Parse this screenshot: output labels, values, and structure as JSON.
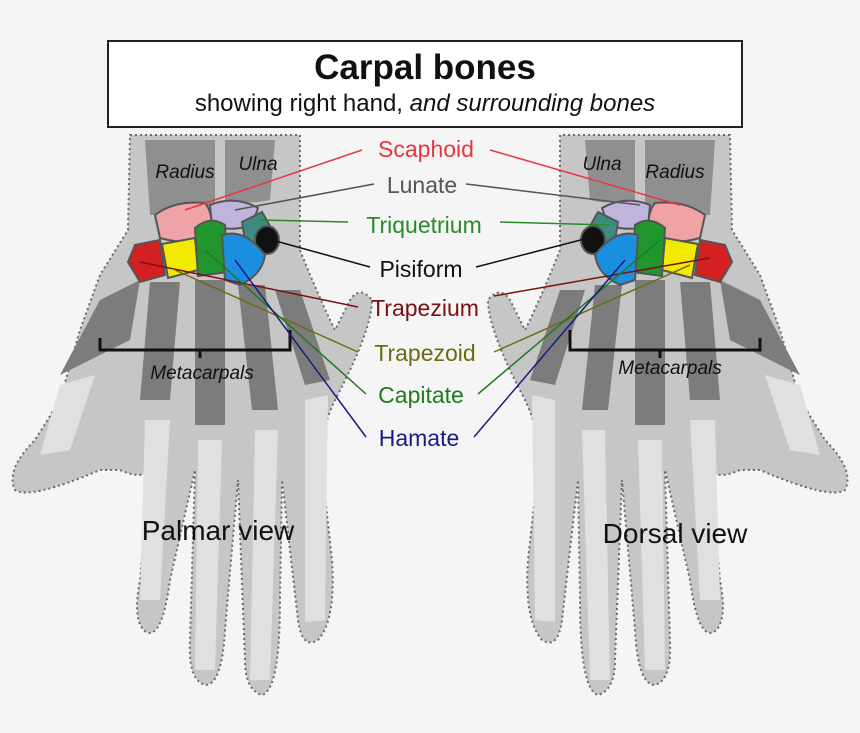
{
  "title": "Carpal bones",
  "subtitle_plain": "showing right hand, ",
  "subtitle_italic": "and surrounding bones",
  "bones": [
    {
      "key": "scaphoid",
      "label": "Scaphoid",
      "color": "#e8363c",
      "fill": "#f0a3a6"
    },
    {
      "key": "lunate",
      "label": "Lunate",
      "color": "#555555",
      "fill": "#c0b4dc"
    },
    {
      "key": "triquetrium",
      "label": "Triquetrium",
      "color": "#2a8a2a",
      "fill": "#3c8c80"
    },
    {
      "key": "pisiform",
      "label": "Pisiform",
      "color": "#111111",
      "fill": "#111111"
    },
    {
      "key": "trapezium",
      "label": "Trapezium",
      "color": "#7a1010",
      "fill": "#d42020"
    },
    {
      "key": "trapezoid",
      "label": "Trapezoid",
      "color": "#6e6a14",
      "fill": "#f2ea00"
    },
    {
      "key": "capitate",
      "label": "Capitate",
      "color": "#1f7a1f",
      "fill": "#22962e"
    },
    {
      "key": "hamate",
      "label": "Hamate",
      "color": "#1a1a80",
      "fill": "#1a8fe0"
    }
  ],
  "palmar": {
    "radius": "Radius",
    "ulna": "Ulna",
    "metacarpals": "Metacarpals",
    "view": "Palmar view"
  },
  "dorsal": {
    "radius": "Radius",
    "ulna": "Ulna",
    "metacarpals": "Metacarpals",
    "view": "Dorsal view"
  }
}
